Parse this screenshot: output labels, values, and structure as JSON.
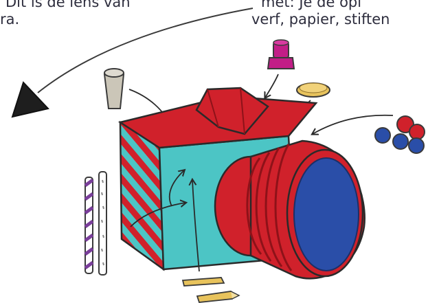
{
  "captions": {
    "left_line1": "Dit is de lens van",
    "left_line2": "ra.",
    "right_line1": "met: Je de opl",
    "right_line2": "verf, papier, stiften"
  },
  "illustration": {
    "subject": "hand-drawn camera built from household items",
    "icons": [
      "camera-illustration",
      "bottle-cap-icon",
      "cup-icon",
      "lid-icon",
      "beads-icon",
      "straw-icon",
      "pencil-icon",
      "arrow-icon"
    ],
    "colors": {
      "red": "#d0212b",
      "dark_red": "#8e1219",
      "teal": "#4cc5c5",
      "navy": "#2a4ea8",
      "magenta": "#c21d87",
      "gold": "#e8c35c",
      "gray_cup": "#cbc6b8",
      "purple": "#7a3f9a",
      "ink": "#2a2a2a"
    }
  }
}
